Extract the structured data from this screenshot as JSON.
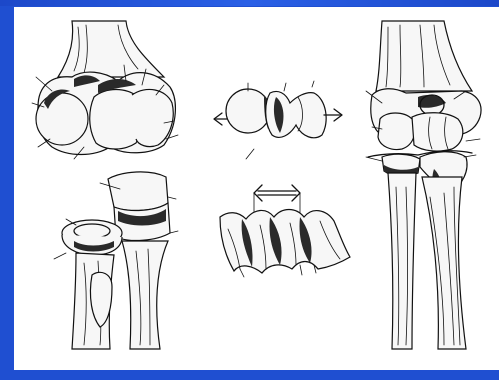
{
  "frame": {
    "background_color": "#1f4fd1",
    "canvas_color": "#ffffff"
  },
  "figures": [
    {
      "id": "humerus-distal",
      "icon": "humerus-condyles-illustration"
    },
    {
      "id": "ulna-proximal",
      "icon": "ulna-radius-head-illustration"
    },
    {
      "id": "trochlea-model",
      "icon": "trochlea-spool-illustration"
    },
    {
      "id": "helical-surface",
      "icon": "helical-joint-surface-illustration"
    },
    {
      "id": "elbow-joint",
      "icon": "elbow-joint-anterior-illustration"
    }
  ]
}
